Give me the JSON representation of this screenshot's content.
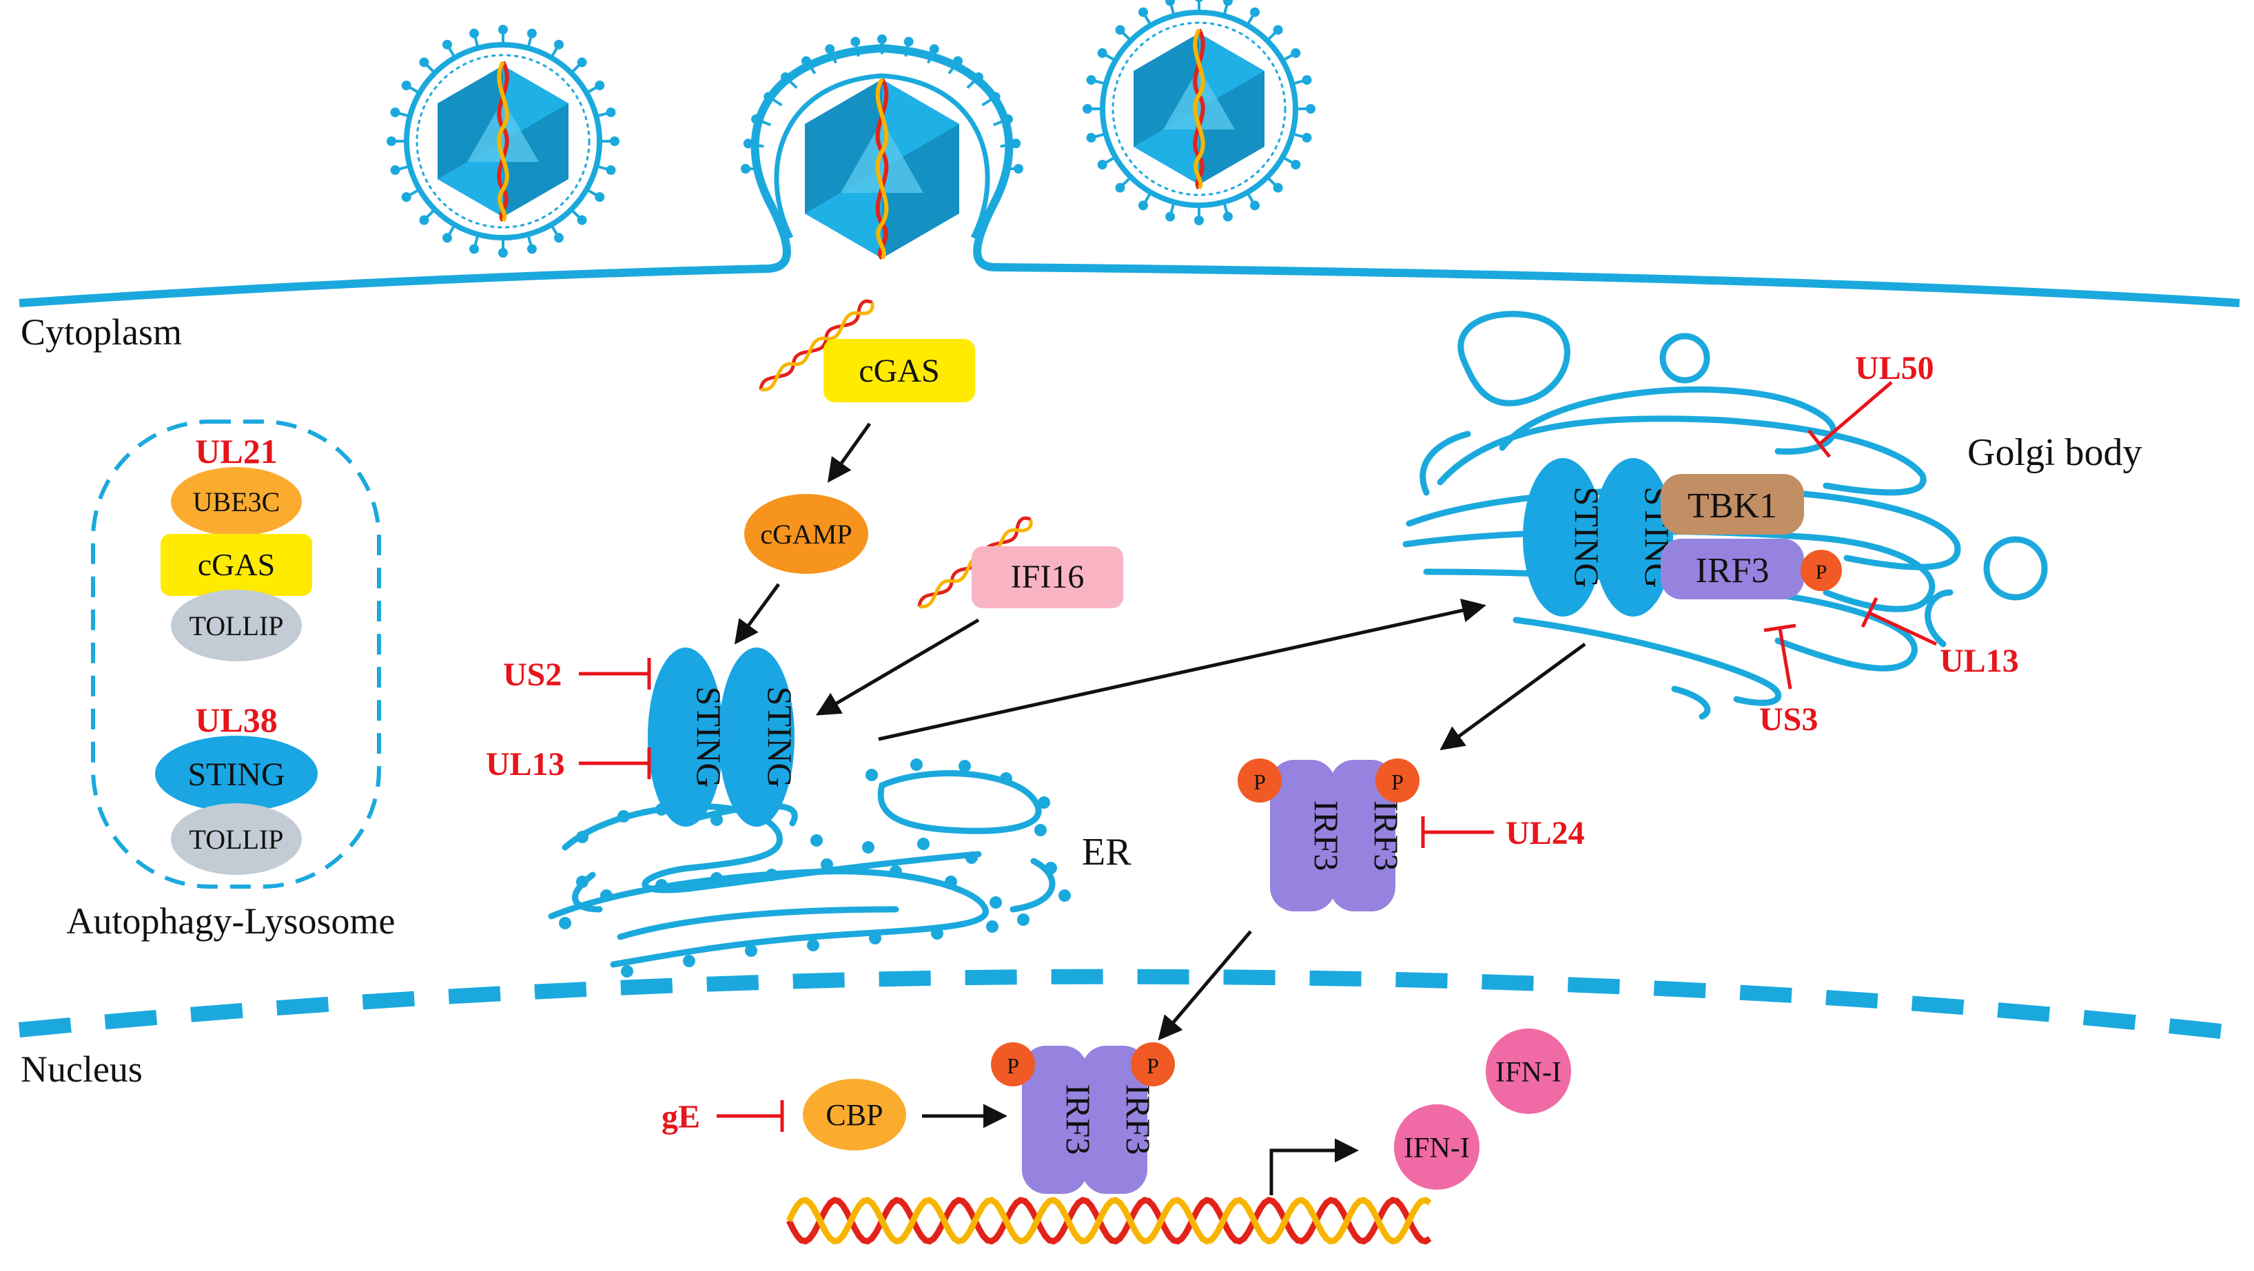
{
  "labels": {
    "cytoplasm": "Cytoplasm",
    "nucleus": "Nucleus",
    "golgi_body": "Golgi body",
    "er": "ER",
    "autophagy_lysosome": "Autophagy-Lysosome"
  },
  "proteins": {
    "cgas": "cGAS",
    "cgamp": "cGAMP",
    "ifi16": "IFI16",
    "sting": "STING",
    "tbk1": "TBK1",
    "irf3": "IRF3",
    "phospho": "P",
    "cbp": "CBP",
    "ifn": "IFN-I",
    "ube3c": "UBE3C",
    "tollip": "TOLLIP"
  },
  "viral_inhibitors": {
    "ul21": "UL21",
    "ul38": "UL38",
    "us2": "US2",
    "ul13_er": "UL13",
    "ul50": "UL50",
    "ul13_golgi": "UL13",
    "us3": "US3",
    "ul24": "UL24",
    "ge": "gE"
  },
  "colors": {
    "membrane": "#1ba9dd",
    "sting": "#19a6e3",
    "cgas": "#ffeb00",
    "cgamp": "#f7941d",
    "ifi16": "#f9b4c4",
    "tbk1": "#c28e64",
    "irf3": "#9683df",
    "phospho": "#f15a24",
    "cbp": "#fbac2e",
    "ifn": "#f06aa6",
    "ube3c": "#fbac2e",
    "tollip": "#c3ccd4",
    "inhibitor": "#e8141b",
    "arrow": "#111111",
    "dna_red": "#e2231a",
    "dna_yellow": "#f7b500"
  }
}
